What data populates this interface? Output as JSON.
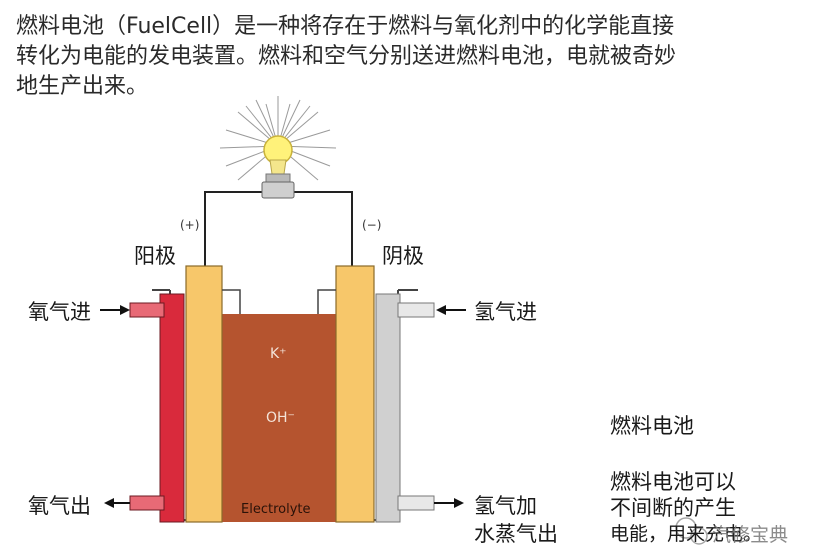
{
  "intro": {
    "line1": "燃料电池（FuelCell）是一种将存在于燃料与氧化剂中的化学能直接",
    "line2": "转化为电能的发电装置。燃料和空气分别送进燃料电池，电就被奇妙",
    "line3": "地生产出来。"
  },
  "electrodes": {
    "positive_label": "阳极",
    "negative_label": "阴极",
    "positive_sign": "(+)",
    "negative_sign": "(−)"
  },
  "flows": {
    "oxygen_in": "氧气进",
    "oxygen_out": "氧气出",
    "hydrogen_in": "氢气进",
    "hydrogen_out_line1": "氢气加",
    "hydrogen_out_line2": "水蒸气出"
  },
  "electrolyte": {
    "ion_cation": "K⁺",
    "ion_anion": "OH⁻",
    "label": "Electrolyte"
  },
  "caption": {
    "title": "燃料电池",
    "text_line1": "燃料电池可以",
    "text_line2": "不间断的产生",
    "text_line3": "电能，用来充电。"
  },
  "watermark": "汽修宝典",
  "colors": {
    "electrolyte": "#b5542f",
    "electrode": "#f7c76a",
    "oxygen_channel": "#d92a3c",
    "hydrogen_channel": "#d0d0d0",
    "bulb": "#fff27a"
  }
}
